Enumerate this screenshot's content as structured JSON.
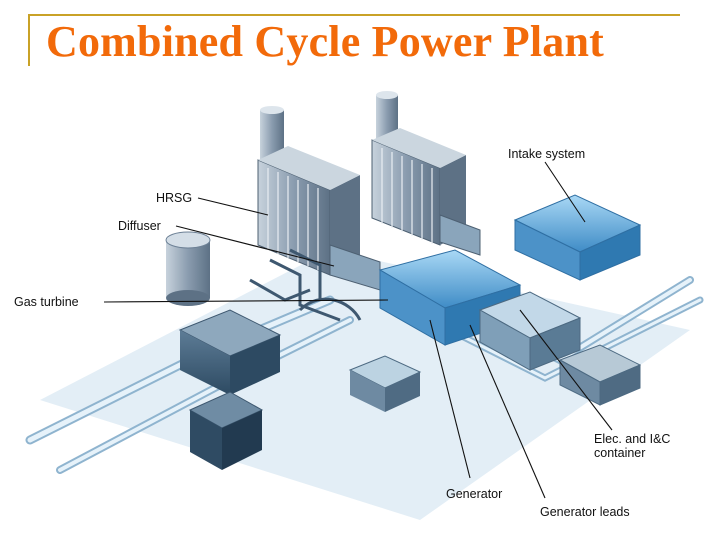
{
  "title": "Combined Cycle Power Plant",
  "labels": {
    "hrsg": "HRSG",
    "diffuser": "Diffuser",
    "gas_turbine": "Gas turbine",
    "intake_system": "Intake system",
    "elec_container_line1": "Elec. and I&C",
    "elec_container_line2": "container",
    "generator": "Generator",
    "generator_leads": "Generator leads"
  },
  "colors": {
    "title": "#f26a0a",
    "rule": "#c9a227",
    "equipment_dark": "#3a7fb5",
    "equipment_light": "#9fd0ef"
  }
}
